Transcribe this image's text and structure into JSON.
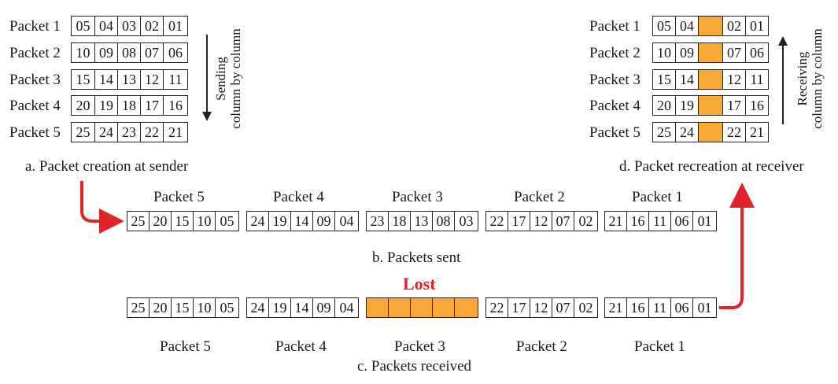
{
  "sender": {
    "caption": "a. Packet creation at sender",
    "side_text_line1": "Sending",
    "side_text_line2": "column by column",
    "rows": [
      {
        "label": "Packet 1",
        "cells": [
          "05",
          "04",
          "03",
          "02",
          "01"
        ]
      },
      {
        "label": "Packet 2",
        "cells": [
          "10",
          "09",
          "08",
          "07",
          "06"
        ]
      },
      {
        "label": "Packet 3",
        "cells": [
          "15",
          "14",
          "13",
          "12",
          "11"
        ]
      },
      {
        "label": "Packet 4",
        "cells": [
          "20",
          "19",
          "18",
          "17",
          "16"
        ]
      },
      {
        "label": "Packet 5",
        "cells": [
          "25",
          "24",
          "23",
          "22",
          "21"
        ]
      }
    ]
  },
  "receiver": {
    "caption": "d. Packet recreation at receiver",
    "side_text_line1": "Receiving",
    "side_text_line2": "column by column",
    "rows": [
      {
        "label": "Packet 1",
        "cells": [
          "05",
          "04",
          "",
          "02",
          "01"
        ]
      },
      {
        "label": "Packet 2",
        "cells": [
          "10",
          "09",
          "",
          "07",
          "06"
        ]
      },
      {
        "label": "Packet 3",
        "cells": [
          "15",
          "14",
          "",
          "12",
          "11"
        ]
      },
      {
        "label": "Packet 4",
        "cells": [
          "20",
          "19",
          "",
          "17",
          "16"
        ]
      },
      {
        "label": "Packet 5",
        "cells": [
          "25",
          "24",
          "",
          "22",
          "21"
        ]
      }
    ],
    "lost_column_index": 2
  },
  "sent": {
    "caption": "b. Packets sent",
    "packets": [
      {
        "label": "Packet 5",
        "cells": [
          "25",
          "20",
          "15",
          "10",
          "05"
        ]
      },
      {
        "label": "Packet 4",
        "cells": [
          "24",
          "19",
          "14",
          "09",
          "04"
        ]
      },
      {
        "label": "Packet 3",
        "cells": [
          "23",
          "18",
          "13",
          "08",
          "03"
        ]
      },
      {
        "label": "Packet 2",
        "cells": [
          "22",
          "17",
          "12",
          "07",
          "02"
        ]
      },
      {
        "label": "Packet 1",
        "cells": [
          "21",
          "16",
          "11",
          "06",
          "01"
        ]
      }
    ]
  },
  "received": {
    "caption": "c. Packets received",
    "lost_label": "Lost",
    "packets": [
      {
        "label": "Packet 5",
        "cells": [
          "25",
          "20",
          "15",
          "10",
          "05"
        ],
        "lost": false
      },
      {
        "label": "Packet 4",
        "cells": [
          "24",
          "19",
          "14",
          "09",
          "04"
        ],
        "lost": false
      },
      {
        "label": "Packet 3",
        "cells": [
          "",
          "",
          "",
          "",
          ""
        ],
        "lost": true
      },
      {
        "label": "Packet 2",
        "cells": [
          "22",
          "17",
          "12",
          "07",
          "02"
        ],
        "lost": false
      },
      {
        "label": "Packet 1",
        "cells": [
          "21",
          "16",
          "11",
          "06",
          "01"
        ],
        "lost": false
      }
    ]
  },
  "colors": {
    "lost_fill": "#F7A935",
    "arrow_red": "#E0242A",
    "line": "#222222"
  }
}
